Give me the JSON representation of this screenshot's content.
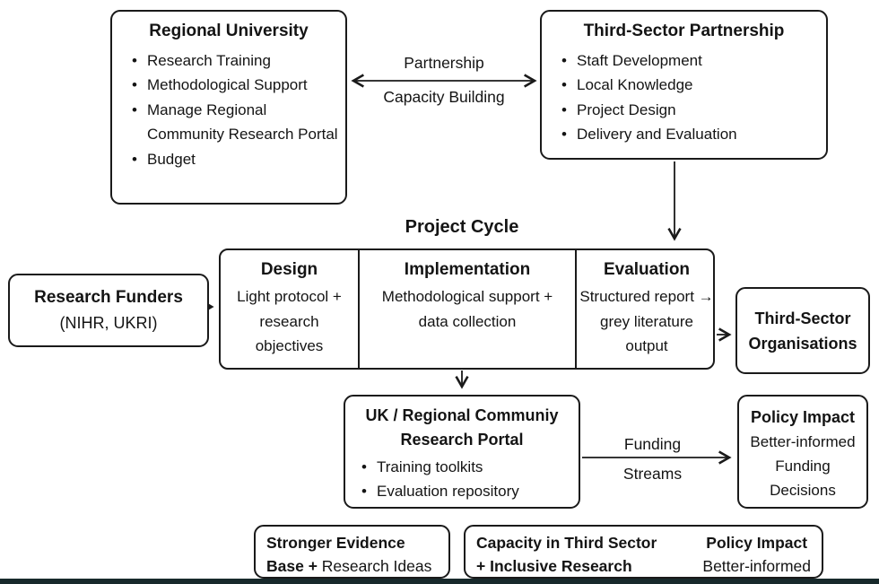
{
  "colors": {
    "border": "#1a1a1a",
    "background": "#ffffff",
    "bottom_bar": "#17292b",
    "text": "#141414"
  },
  "boxes": {
    "regional_university": {
      "title": "Regional University",
      "items": [
        "Research Training",
        "Methodological Support",
        "Manage Regional Community Research Portal",
        "Budget"
      ]
    },
    "third_sector_partnership": {
      "title": "Third-Sector Partnership",
      "items": [
        "Staft Development",
        "Local Knowledge",
        "Project Design",
        "Delivery and Evaluation"
      ]
    },
    "research_funders": {
      "line1": "Research Funders",
      "line2": "(NIHR, UKRI)"
    },
    "project_cycle": {
      "title": "Project Cycle",
      "stages": [
        {
          "title": "Design",
          "body": "Light protocol + research objectives"
        },
        {
          "title": "Implementation",
          "body": "Methodological support + data collection"
        },
        {
          "title": "Evaluation",
          "body": "Structured report → grey literature output"
        }
      ]
    },
    "third_sector_organisations": {
      "title": "Third-Sector Organisations"
    },
    "research_portal": {
      "title": "UK / Regional Communiy Research Portal",
      "items": [
        "Training toolkits",
        "Evaluation repository"
      ]
    },
    "policy_impact": {
      "title": "Policy Impact",
      "body": "Better-informed Funding Decisions"
    },
    "stronger_evidence": {
      "line1": "Stronger Evidence",
      "line2_bold": "Base + ",
      "line2_regular": "Research Ideas"
    },
    "capacity_outcomes": {
      "left_line1": "Capacity in Third Sector",
      "left_line2": "+ Inclusive Research",
      "right_line1": "Policy Impact",
      "right_line2": "Better-informed"
    }
  },
  "labels": {
    "partnership": "Partnership",
    "capacity_building": "Capacity Building",
    "funding_line1": "Funding",
    "funding_line2": "Streams"
  }
}
